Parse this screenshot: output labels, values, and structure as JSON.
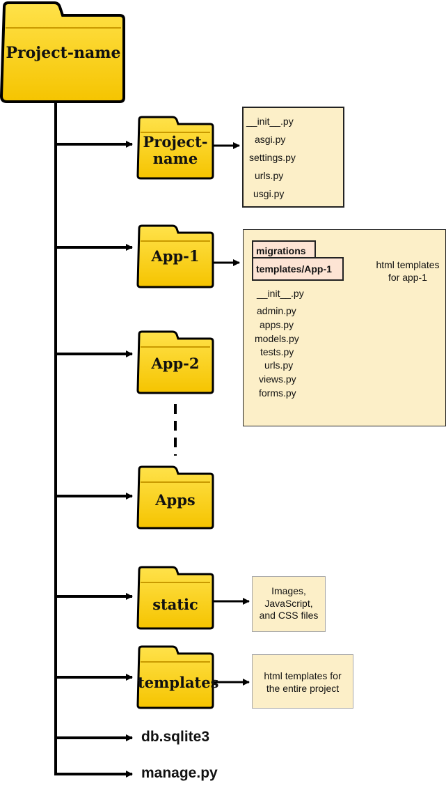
{
  "root": {
    "label": "Project-name"
  },
  "children": [
    {
      "type": "folder",
      "label_lines": [
        "Project-",
        "name"
      ],
      "contents": [
        "__init__.py",
        "asgi.py",
        "settings.py",
        "urls.py",
        "usgi.py"
      ]
    },
    {
      "type": "folder",
      "label": "App-1",
      "contents": {
        "folders": [
          "migrations",
          "templates/App-1"
        ],
        "templates_note": [
          "html templates",
          "for app-1"
        ],
        "files": [
          "__init__.py",
          "admin.py",
          "apps.py",
          "models.py",
          "tests.py",
          "urls.py",
          "views.py",
          "forms.py"
        ]
      }
    },
    {
      "type": "folder",
      "label": "App-2"
    },
    {
      "type": "folder",
      "label": "Apps"
    },
    {
      "type": "folder",
      "label": "static",
      "note": [
        "Images,",
        "JavaScript,",
        "and CSS files"
      ]
    },
    {
      "type": "folder",
      "label": "templates",
      "note": [
        "html templates for",
        "the entire project"
      ]
    },
    {
      "type": "file",
      "label": "db.sqlite3"
    },
    {
      "type": "file",
      "label": "manage.py"
    }
  ],
  "colors": {
    "folder_fill": "#ffd200",
    "folder_tab": "#f2c200",
    "box_fill": "#fcefc8",
    "tag_fill": "#fde4d4",
    "line": "#000000"
  }
}
